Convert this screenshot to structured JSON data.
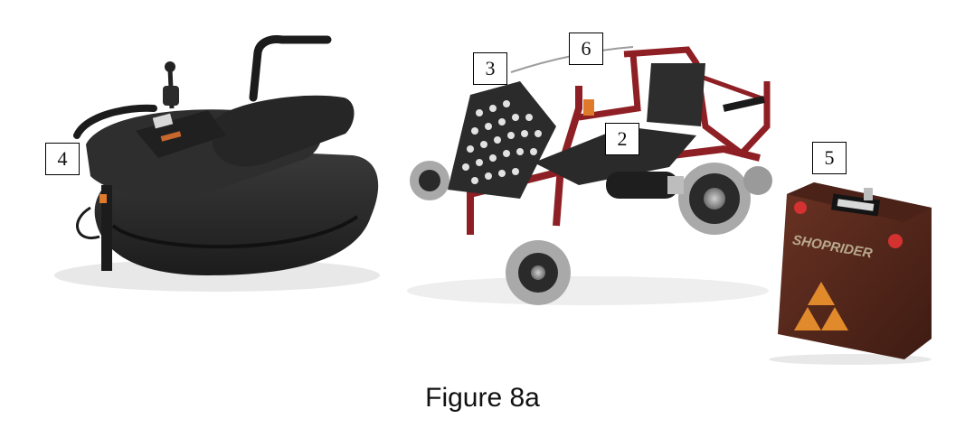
{
  "callouts": {
    "c2": "2",
    "c3": "3",
    "c4": "4",
    "c5": "5",
    "c6": "6"
  },
  "battery_brand": "SHOPRIDER",
  "caption": "Figure 8a",
  "colors": {
    "frame": "#8e1f24",
    "seat": "#2b2b2b",
    "battery": "#5a2a1f",
    "warning_triangle": "#e08a2c",
    "tire": "#a9a9a9"
  }
}
